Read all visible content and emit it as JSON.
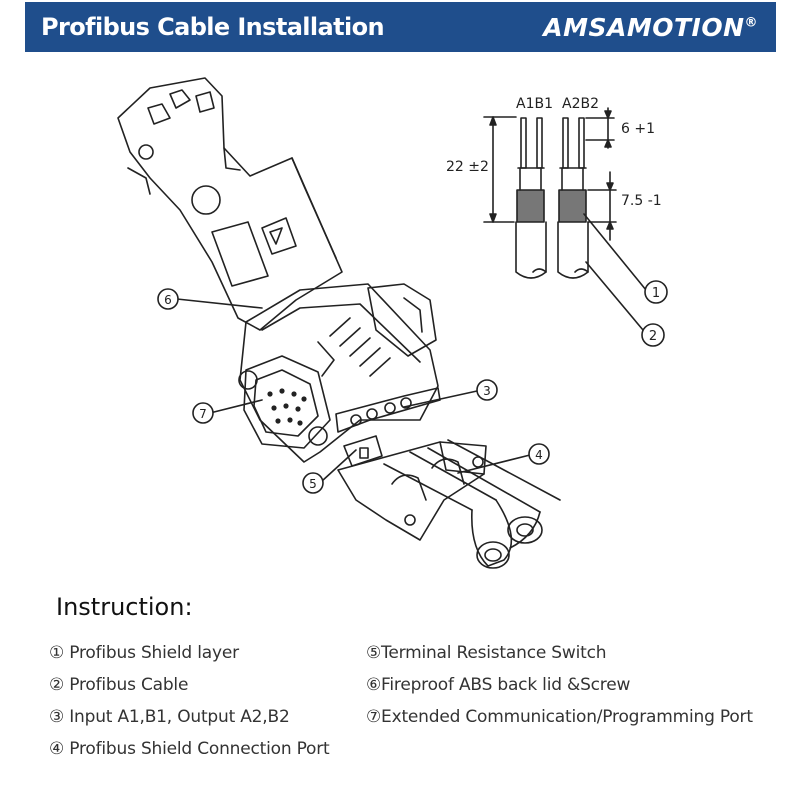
{
  "header": {
    "title": "Profibus Cable Installation",
    "brand": "AMSAMOTION",
    "brand_mark": "®",
    "bg_color": "#1f4e8c"
  },
  "cable_detail": {
    "label_a1b1": "A1B1",
    "label_a2b2": "A2B2",
    "dim_total": "22 ±2",
    "dim_strip": "6 +1",
    "dim_shield": "7.5 -1"
  },
  "callouts": [
    "①",
    "②",
    "③",
    "④",
    "⑤",
    "⑥",
    "⑦"
  ],
  "instruction": {
    "title": "Instruction:",
    "items": [
      "① Profibus Shield layer",
      "② Profibus Cable",
      "③ Input A1,B1, Output A2,B2",
      "④ Profibus Shield Connection Port",
      "⑤Terminal Resistance Switch",
      "⑥Fireproof ABS back lid &Screw",
      "⑦Extended Communication/Programming Port"
    ]
  }
}
